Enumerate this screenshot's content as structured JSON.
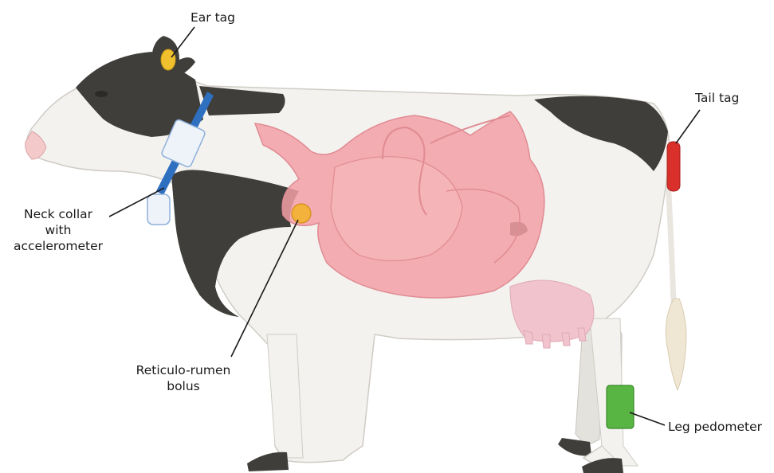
{
  "labels": {
    "ear_tag": "Ear tag",
    "tail_tag": "Tail tag",
    "neck_collar_line1": "Neck collar",
    "neck_collar_line2": "with",
    "neck_collar_line3": "accelerometer",
    "bolus_line1": "Reticulo-rumen",
    "bolus_line2": "bolus",
    "leg_pedometer": "Leg pedometer"
  },
  "colors": {
    "background": "#ffffff",
    "cow_body": "#f3f2ef",
    "cow_spots": "#3f3e3a",
    "stomach": "#f2a0a6",
    "udder": "#f1c3cc",
    "ear_tag": "#f1c02e",
    "neck_collar": "#2f6fc0",
    "collar_box": "#eef3fa",
    "bolus": "#f3b23c",
    "tail_tag": "#d9302c",
    "leg_pedometer": "#58b443",
    "leader_line": "#1a1a1a"
  }
}
